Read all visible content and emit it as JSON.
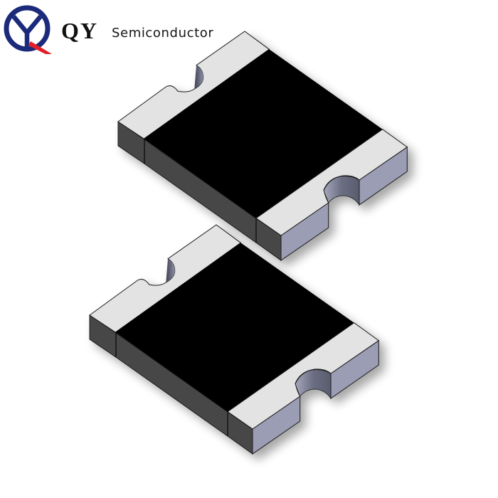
{
  "brand": {
    "mark_letters": "QY",
    "name": "Semiconductor",
    "colors": {
      "navy": "#1b2a7a",
      "red": "#e21e26",
      "text": "#111111"
    }
  },
  "product": {
    "description": "Two SMD resettable fuse (PPTC) chips, isometric 3D render",
    "count": 2,
    "colors": {
      "body_top": "#000000",
      "body_side": "#474747",
      "electrode_top": "#e3e3e3",
      "electrode_side_dark": "#474747",
      "electrode_side_light": "#9a9db3",
      "notch_wall": "#6e7185",
      "outline": "#1a1a1a"
    }
  }
}
